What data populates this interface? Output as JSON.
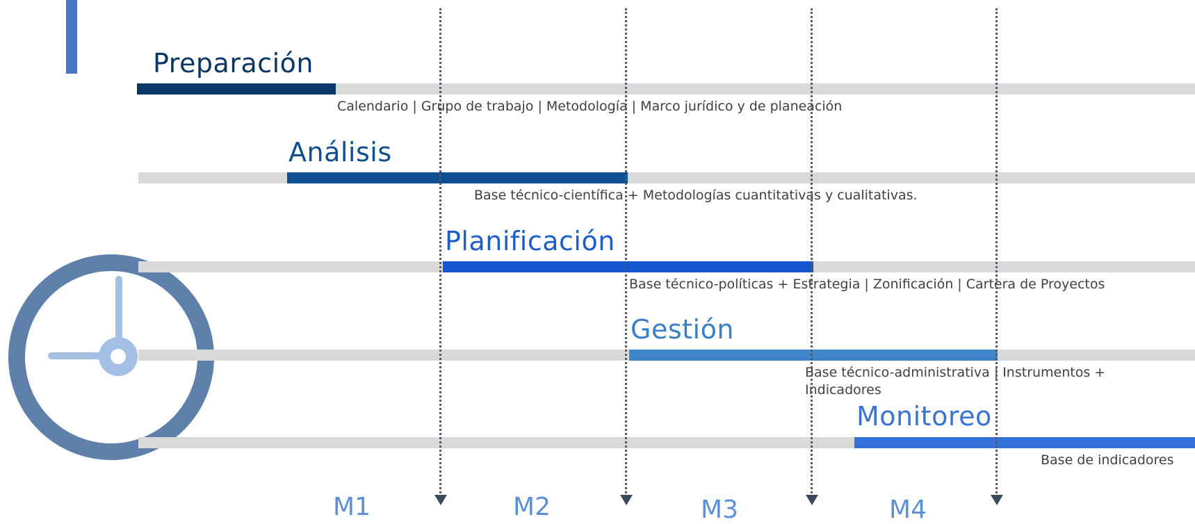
{
  "colors": {
    "track": "#d9d9d9",
    "accent": "#4a74c8",
    "clock_ring": "#5f80ab",
    "clock_hands": "#a3bfe4",
    "divider": "#4d5a6a",
    "milestone_text": "#5b8fd6"
  },
  "icons": {
    "clock": "clock-icon"
  },
  "phases": [
    {
      "title": "Preparación",
      "description": "Calendario | Grupo de trabajo | Metodología | Marco jurídico y de planeación",
      "color": "#0b3766",
      "title_color": "#0b3766"
    },
    {
      "title": "Análisis",
      "description": "Base técnico-científica + Metodologías cuantitativas y cualitativas.",
      "color": "#0d4f91",
      "title_color": "#0d4f91"
    },
    {
      "title": "Planificación",
      "description": "Base técnico-políticas + Estrategia | Zonificación | Cartera de Proyectos",
      "color": "#1456cf",
      "title_color": "#1d5ccc"
    },
    {
      "title": "Gestión",
      "description": "Base técnico-administrativa | Instrumentos + Indicadores",
      "color": "#3f85c9",
      "title_color": "#3a80c6"
    },
    {
      "title": "Monitoreo",
      "description": "Base de indicadores",
      "color": "#3471d8",
      "title_color": "#3a74d2"
    }
  ],
  "milestones": [
    "M1",
    "M2",
    "M3",
    "M4"
  ]
}
